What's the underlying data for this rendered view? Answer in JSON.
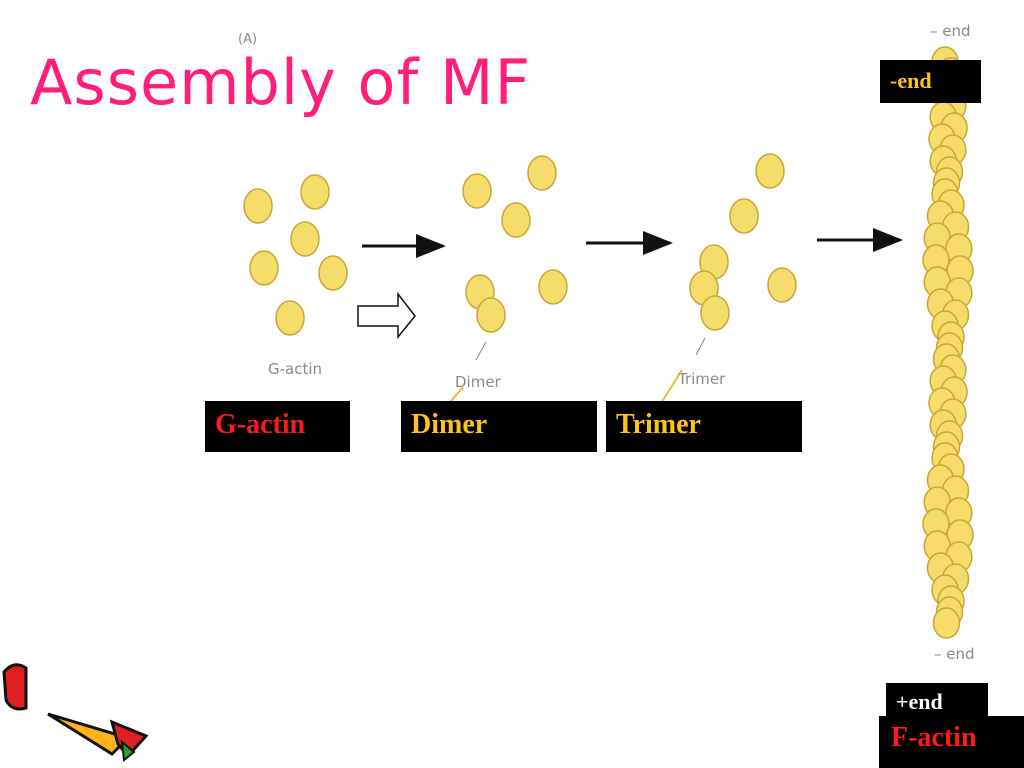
{
  "title": "Assembly of MF",
  "figure_labels": {
    "panel": "(A)",
    "minus_end": "– end",
    "plus_end": "– end",
    "g_actin": "G-actin",
    "dimer": "Dimer",
    "trimer": "Trimer"
  },
  "boxes": {
    "g_actin": "G-actin",
    "dimer": "Dimer",
    "trimer": "Trimer",
    "minus_end": "-end",
    "plus_end": "+end",
    "f_actin": "F-actin"
  },
  "colors": {
    "title": "#ff1f7a",
    "g_actin_text": "#ff1a1a",
    "dimer_text": "#ffc21a",
    "trimer_text": "#ffc21a",
    "minus_end_text": "#ffc21a",
    "plus_end_text": "#ffffff",
    "f_actin_text": "#ff1a1a",
    "monomer_fill": "#f6dc6a",
    "monomer_stroke": "#c9a632",
    "box_background": "#000000"
  }
}
